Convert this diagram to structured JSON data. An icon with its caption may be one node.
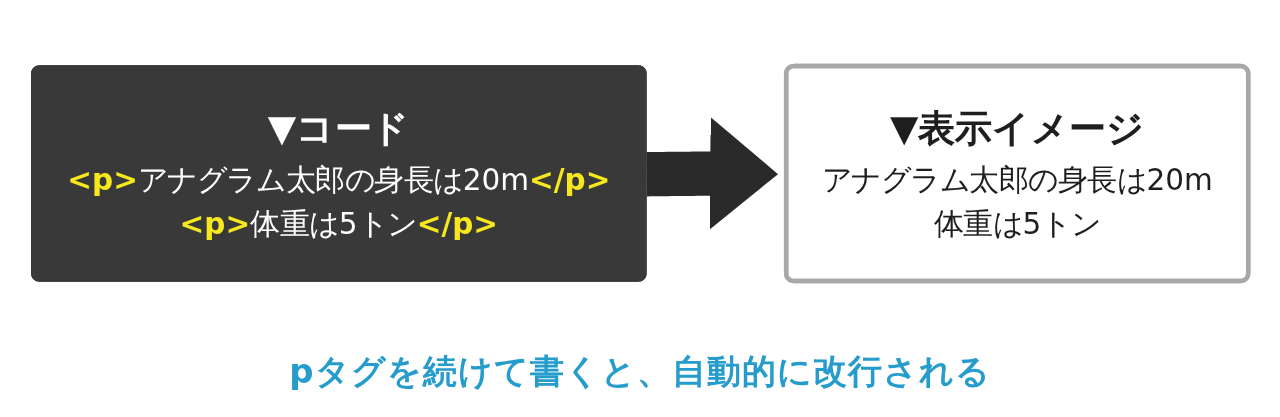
{
  "diagram": {
    "nodes": [
      {
        "text": [
          "▼コード",
          "**<p>**アナグラム太郎の身長は20m**</p>**",
          "**<p>**体重は5トン**</p>**"
        ]
      },
      {
        "text": [
          "▼表示イメージ",
          "アナグラム太郎の身長は20m",
          "体重は5トン"
        ]
      }
    ],
    "edges": [
      {
        "from": 0,
        "to": 1,
        "arrow": "to"
      }
    ],
    "caption": "pタグを続けて書くと、自動的に改行される"
  }
}
